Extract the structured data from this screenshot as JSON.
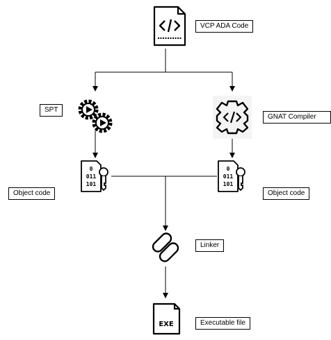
{
  "labels": {
    "source": "VCP ADA Code",
    "spt": "SPT",
    "gnat": "GNAT Compiler",
    "object_left": "Object code",
    "object_right": "Object code",
    "linker": "Linker",
    "executable": "Executable file"
  },
  "icons": {
    "source": "code-file-icon",
    "spt": "gears-icon",
    "gnat": "code-gear-icon",
    "object_left": "binary-file-icon",
    "object_right": "binary-file-icon",
    "linker": "chain-link-icon",
    "executable": "exe-file-icon"
  },
  "icon_text": {
    "binary": [
      "0",
      "011",
      "101"
    ],
    "exe": "EXE"
  },
  "colors": {
    "stroke": "#000000",
    "background": "#ffffff"
  }
}
